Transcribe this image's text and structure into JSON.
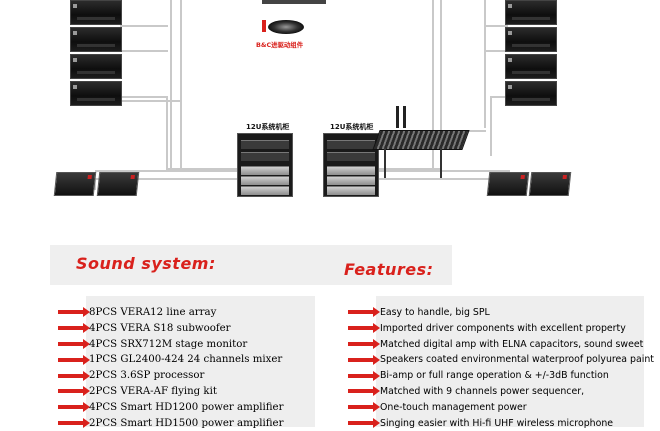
{
  "diagram": {
    "rack_left_title": "12U系统机柜",
    "rack_right_title": "12U系统机柜",
    "driver_label": "B&C进驱动组件"
  },
  "sound_system": {
    "heading": "Sound system:",
    "items": [
      "8PCS VERA12 line array",
      "4PCS VERA S18 subwoofer",
      "4PCS SRX712M stage monitor",
      "1PCS GL2400-424 24 channels mixer",
      "2PCS 3.6SP processor",
      "2PCS VERA-AF flying kit",
      "4PCS Smart HD1200 power amplifier",
      "2PCS Smart HD1500 power amplifier"
    ]
  },
  "features": {
    "heading": "Features:",
    "items": [
      "Easy to handle, big SPL",
      "Imported driver components with excellent property",
      "Matched digital amp with ELNA capacitors, sound sweet",
      "Speakers coated environmental waterproof polyurea paint",
      "Bi-amp or full range operation & +/-3dB function",
      "Matched with 9 channels power sequencer,",
      "One-touch management power",
      "Singing easier with Hi-fi UHF wireless microphone"
    ]
  },
  "colors": {
    "accent": "#d9211c",
    "panel": "#eeeeee"
  }
}
